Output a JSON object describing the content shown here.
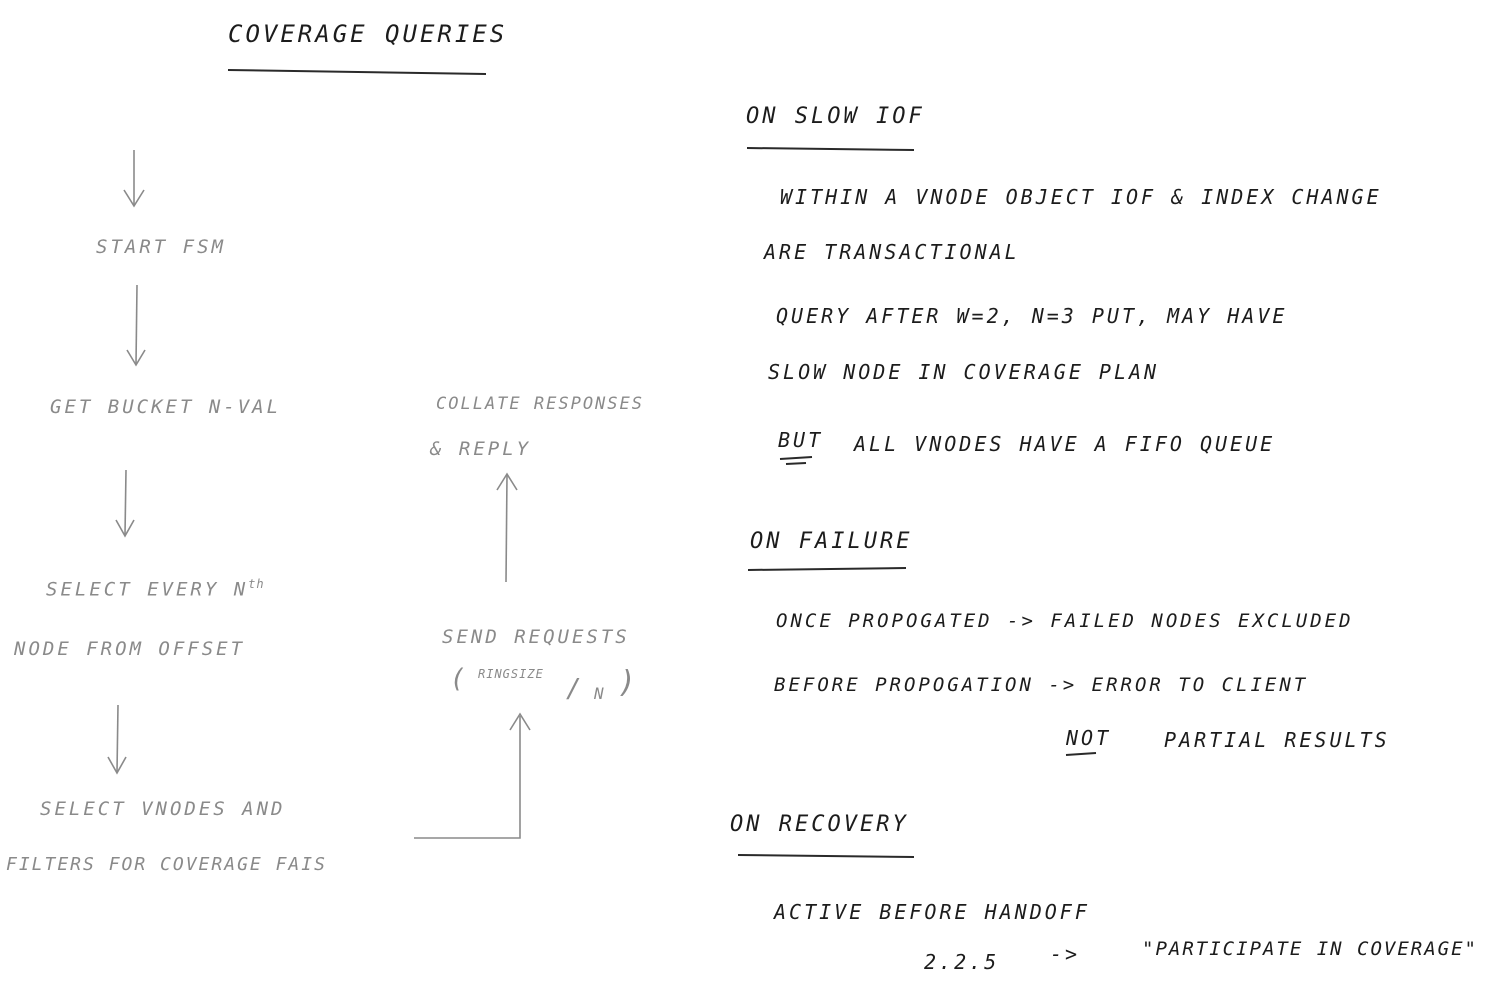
{
  "title": "COVERAGE QUERIES",
  "flow": {
    "start": "START FSM",
    "get_bucket": "GET BUCKET N-VAL",
    "select_every_line1": "SELECT EVERY N",
    "select_every_sup": "th",
    "select_every_line2": "NODE FROM OFFSET",
    "select_vnodes_line1": "SELECT VNODES AND",
    "select_vnodes_line2": "FILTERS FOR COVERAGE FAIS",
    "send_requests_line1": "SEND REQUESTS",
    "send_requests_open": "(",
    "send_requests_ringsize": "RINGSIZE",
    "send_requests_slash": "/",
    "send_requests_n": "N",
    "send_requests_close": ")",
    "collate_line1": "COLLATE RESPONSES",
    "collate_line2": "& REPLY"
  },
  "notes": {
    "slow": {
      "heading": "ON SLOW IOF",
      "line1": "WITHIN A VNODE OBJECT IOF & INDEX CHANGE",
      "line2": "ARE TRANSACTIONAL",
      "line3": "QUERY AFTER W=2, N=3 PUT, MAY HAVE",
      "line4": "SLOW NODE IN COVERAGE PLAN",
      "line5_but": "BUT",
      "line5_rest": "ALL VNODES HAVE A FIFO QUEUE"
    },
    "failure": {
      "heading": "ON FAILURE",
      "line1": "ONCE PROPOGATED -> FAILED NODES EXCLUDED",
      "line2": "BEFORE PROPOGATION -> ERROR TO CLIENT",
      "line3_not": "NOT",
      "line3_rest": "PARTIAL RESULTS"
    },
    "recovery": {
      "heading": "ON RECOVERY",
      "line1": "ACTIVE BEFORE HANDOFF",
      "line2_version": "2.2.5",
      "line2_arrow": "->",
      "line2_quote": "\"PARTICIPATE IN COVERAGE\""
    }
  },
  "colors": {
    "flow_ink": "#8a8a8a",
    "notes_ink": "#1c1c1c",
    "paper": "#ffffff"
  }
}
